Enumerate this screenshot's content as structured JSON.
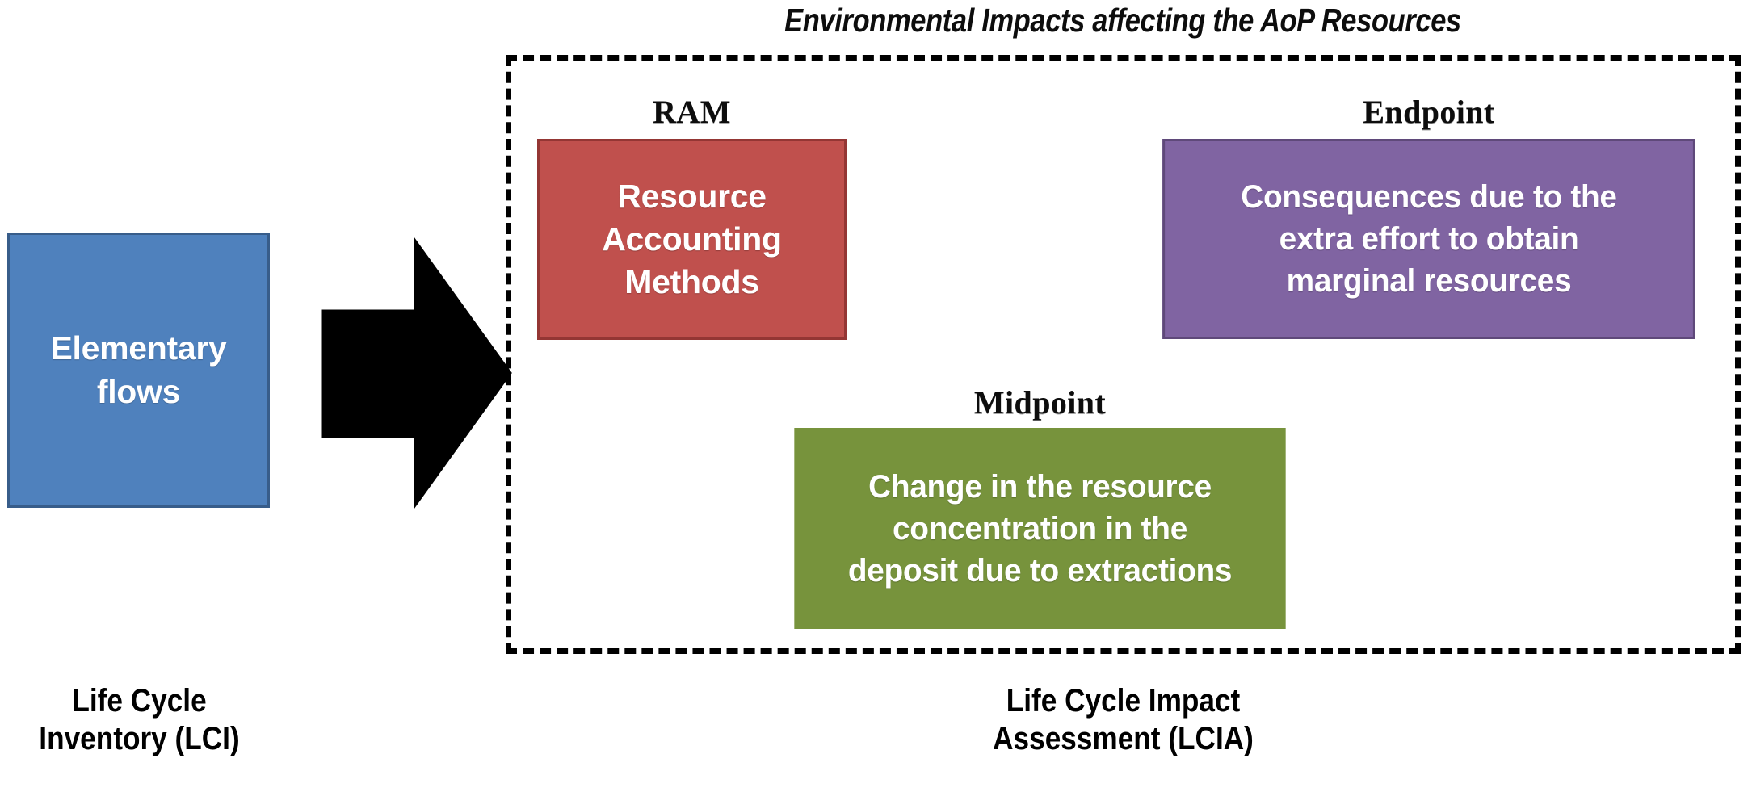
{
  "diagram": {
    "title": "Environmental Impacts affecting the AoP Resources",
    "colors": {
      "elementary_flows": "#4F81BD",
      "elementary_flows_border": "#385D8A",
      "ram": "#C0504D",
      "ram_border": "#943634",
      "endpoint": "#8064A2",
      "endpoint_border": "#5F497A",
      "midpoint": "#77933C",
      "boundary_dash": "#000000",
      "arrow": "#000000"
    }
  },
  "lci": {
    "box_label": "Elementary\nflows",
    "phase_caption": "Life Cycle\nInventory (LCI)"
  },
  "lcia": {
    "phase_caption": "Life Cycle Impact\nAssessment (LCIA)",
    "nodes": [
      {
        "id": "ram",
        "caption": "RAM",
        "body": "Resource\nAccounting\nMethods"
      },
      {
        "id": "endpoint",
        "caption": "Endpoint",
        "body": "Consequences due to the\nextra effort to obtain\nmarginal resources"
      },
      {
        "id": "midpoint",
        "caption": "Midpoint",
        "body": "Change in the resource\nconcentration  in the\ndeposit due to extractions"
      }
    ]
  },
  "arrow": {
    "icon": "right-block-arrow",
    "from": "lci",
    "to": "lcia"
  }
}
